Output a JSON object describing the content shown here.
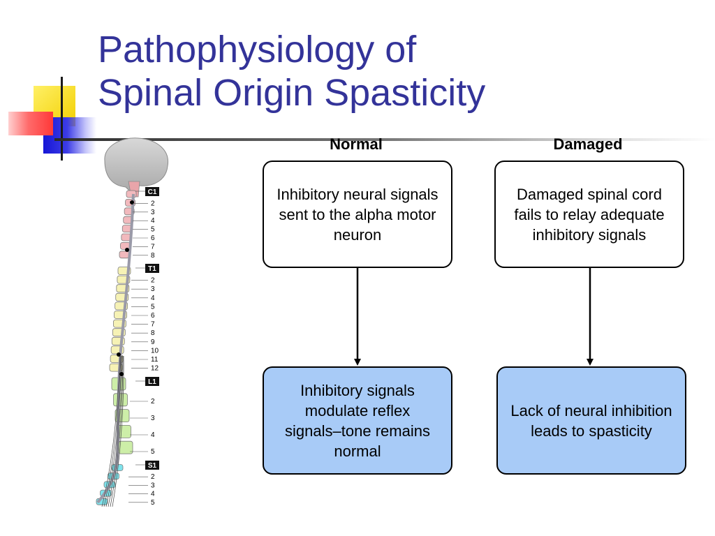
{
  "slide": {
    "title_lines": [
      "Pathophysiology of",
      "Spinal Origin Spasticity"
    ],
    "title_color": "#333399"
  },
  "flowchart": {
    "columns": {
      "normal": "Normal",
      "damaged": "Damaged"
    },
    "boxes": {
      "normal_cause": "Inhibitory neural signals sent to the alpha motor neuron",
      "damaged_cause": "Damaged spinal cord fails to relay adequate inhibitory signals",
      "normal_effect": "Inhibitory signals modulate reflex signals–tone remains normal",
      "damaged_effect": "Lack of neural inhibition leads to spasticity"
    },
    "effect_box_color": "#a8cbf7"
  },
  "spine": {
    "regions": [
      {
        "badge": "C1",
        "labels": [
          "2",
          "3",
          "4",
          "5",
          "6",
          "7",
          "8"
        ],
        "color": "#f2b9bd"
      },
      {
        "badge": "T1",
        "labels": [
          "2",
          "3",
          "4",
          "5",
          "6",
          "7",
          "8",
          "9",
          "10",
          "11",
          "12"
        ],
        "color": "#f6f2b5"
      },
      {
        "badge": "L1",
        "labels": [
          "2",
          "3",
          "4",
          "5"
        ],
        "color": "#cdeea8"
      },
      {
        "badge": "S1",
        "labels": [
          "2",
          "3",
          "4",
          "5"
        ],
        "color": "#7ee3ec"
      }
    ]
  }
}
